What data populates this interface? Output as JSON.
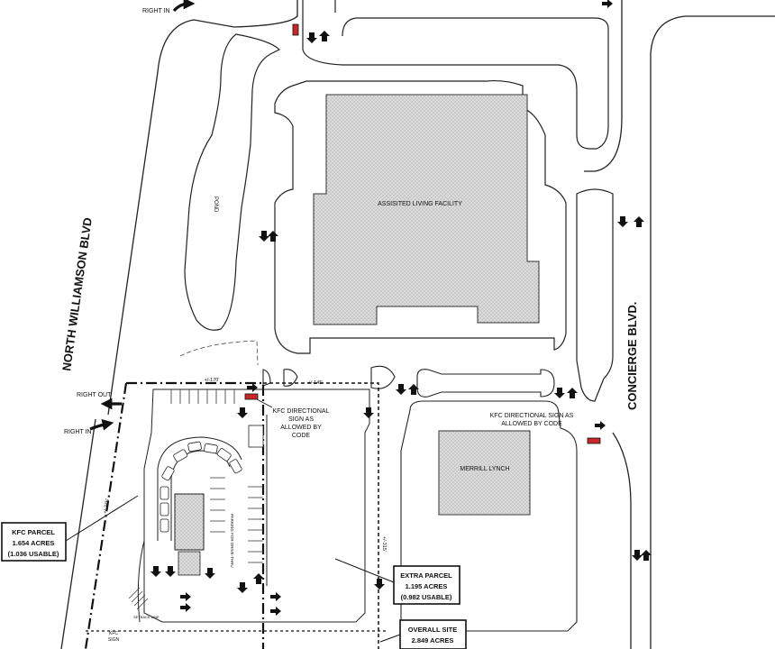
{
  "roads": {
    "west": "NORTH WILLIAMSON BLVD",
    "east": "CONCIERGE BLVD."
  },
  "buildings": {
    "assisted_living": "ASSISITED LIVING FACILITY",
    "merrill": "MERRILL LYNCH"
  },
  "pond": "POND",
  "movements": {
    "right_in_top": "RIGHT IN",
    "right_out": "RIGHT OUT",
    "right_in_bottom": "RIGHT IN"
  },
  "signs": {
    "kfc_directional_1": [
      "KFC DIRECTIONAL",
      "SIGN AS",
      "ALLOWED BY",
      "CODE"
    ],
    "kfc_directional_2": [
      "KFC DIRECTIONAL SIGN AS",
      "ALLOWED BY CODE"
    ],
    "kfc_sign": [
      "KFC",
      "SIGN"
    ]
  },
  "parcels": {
    "kfc": [
      "KFC PARCEL",
      "1.654 ACRES",
      "(1.036 USABLE)"
    ],
    "extra": [
      "EXTRA PARCEL",
      "1.195 ACRES",
      "(0.982 USABLE)"
    ],
    "overall": [
      "OVERALL SITE",
      "2.849 ACRES"
    ]
  },
  "dimensions": {
    "d1": "+/-170'",
    "d2": "+/-145'",
    "d3": "+/-345'",
    "d4": "+/-315'"
  },
  "colors": {
    "building_fill": "#d4d4d4",
    "sign_red": "#c62828",
    "line": "#222222"
  }
}
